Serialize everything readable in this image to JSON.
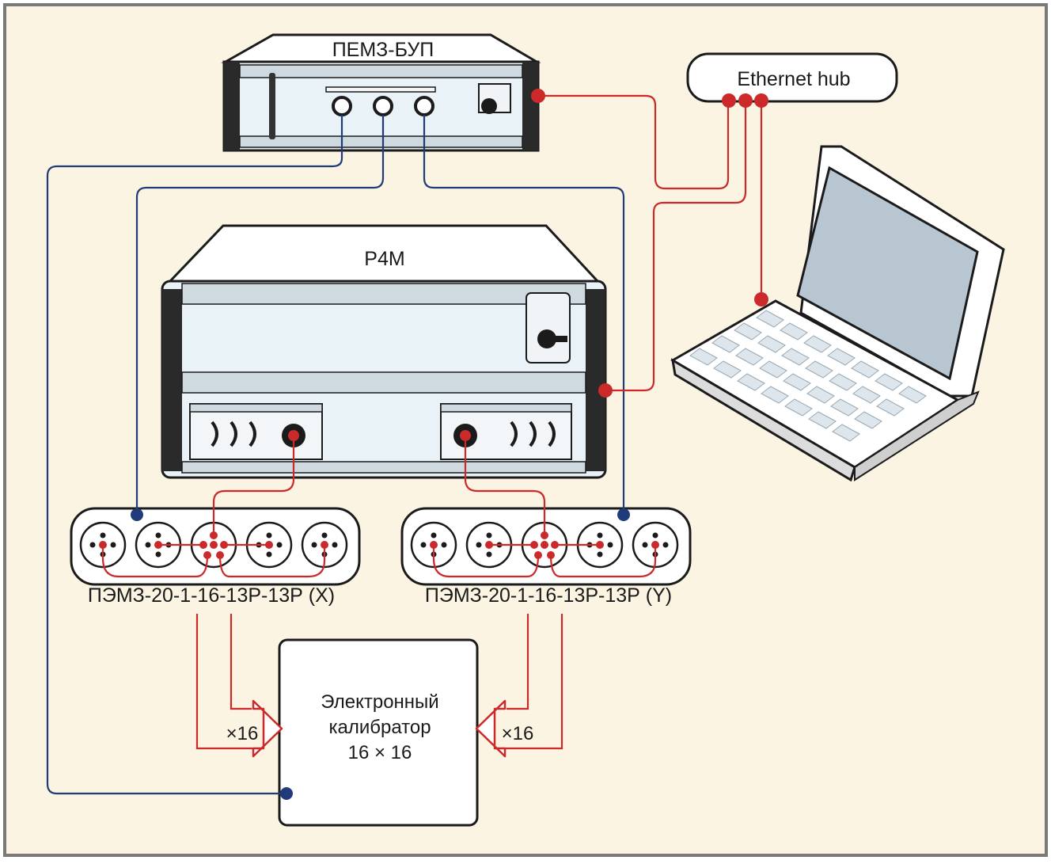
{
  "diagram": {
    "bup": {
      "label": "ПЕМЗ-БУП"
    },
    "hub": {
      "label": "Ethernet hub"
    },
    "analyzer": {
      "label": "Р4М"
    },
    "switch_x": {
      "label": "ПЭМЗ-20-1-16-13Р-13Р (Х)"
    },
    "switch_y": {
      "label": "ПЭМЗ-20-1-16-13Р-13Р (Y)"
    },
    "calibrator": {
      "line1": "Электронный",
      "line2": "калибратор",
      "line3": "16 × 16"
    },
    "mult_left": "×16",
    "mult_right": "×16"
  },
  "colors": {
    "background": "#fbf4e3",
    "rf_cable": "#cc2a2a",
    "control_cable": "#1f3b7a"
  }
}
